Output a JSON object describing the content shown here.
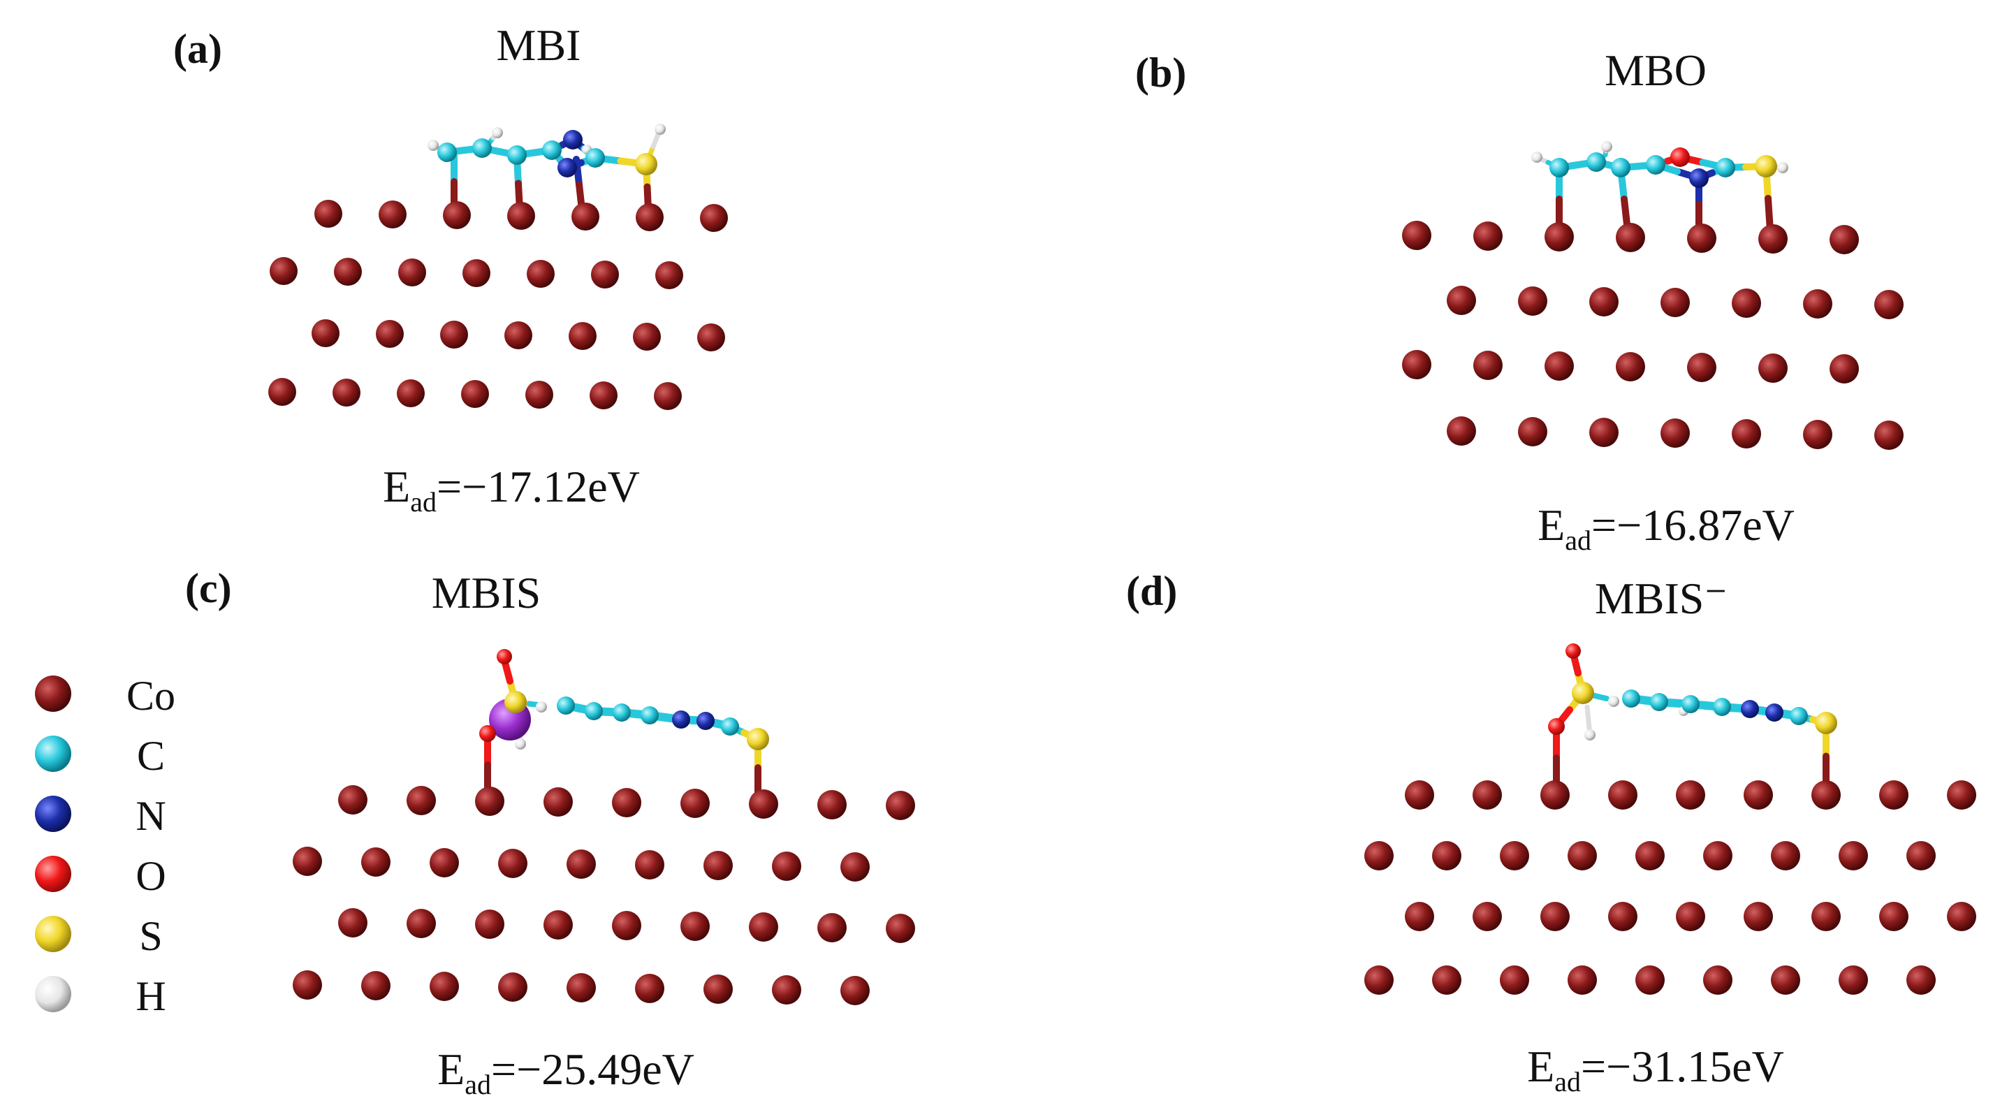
{
  "panels": [
    {
      "id": "a",
      "letter": "(a)",
      "title": "MBI",
      "energy_symbol": "E",
      "energy_sub": "ad",
      "energy_value": "=−17.12eV"
    },
    {
      "id": "b",
      "letter": "(b)",
      "title": "MBO",
      "energy_symbol": "E",
      "energy_sub": "ad",
      "energy_value": "=−16.87eV"
    },
    {
      "id": "c",
      "letter": "(c)",
      "title": "MBIS",
      "energy_symbol": "E",
      "energy_sub": "ad",
      "energy_value": "=−25.49eV"
    },
    {
      "id": "d",
      "letter": "(d)",
      "title": "MBIS⁻",
      "energy_symbol": "E",
      "energy_sub": "ad",
      "energy_value": "=−31.15eV"
    }
  ],
  "legend": [
    {
      "symbol": "Co",
      "color": "#8b1a1a"
    },
    {
      "symbol": "C",
      "color": "#28c8dc"
    },
    {
      "symbol": "N",
      "color": "#1c2fa8"
    },
    {
      "symbol": "O",
      "color": "#f01818"
    },
    {
      "symbol": "S",
      "color": "#f0d628"
    },
    {
      "symbol": "H",
      "color": "#e6e6e6"
    }
  ],
  "colors": {
    "Co": "#8b1a1a",
    "C": "#28c8dc",
    "N": "#1c2fa8",
    "O": "#f01818",
    "S": "#f0d628",
    "H": "#e6e6e6",
    "Na": "#9b30d0"
  }
}
